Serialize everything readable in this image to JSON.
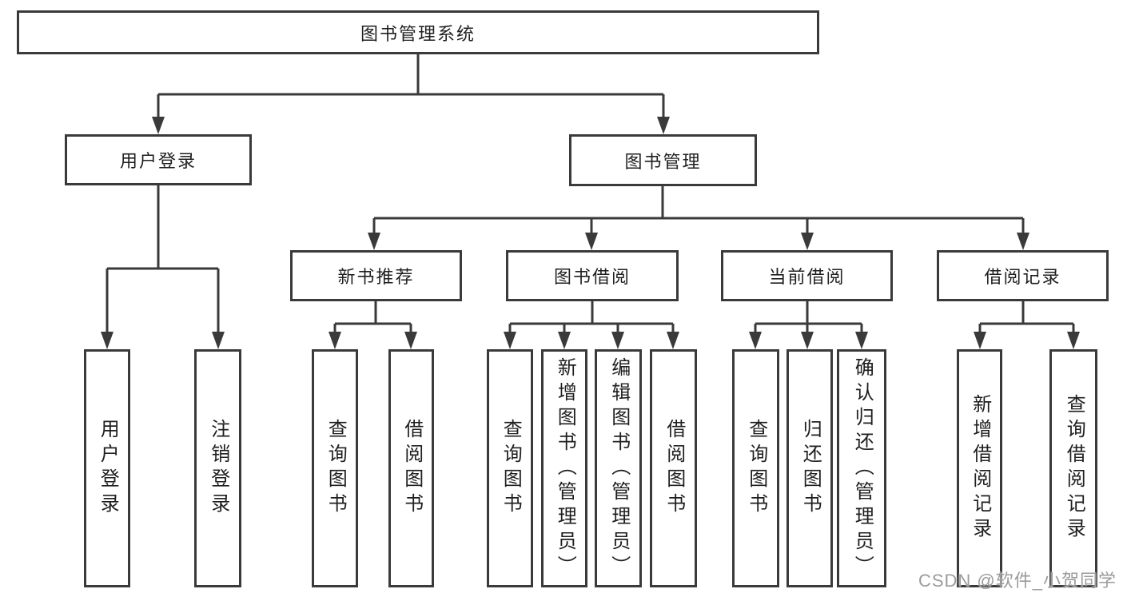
{
  "diagram": {
    "root": {
      "label": "图书管理系统",
      "children": [
        {
          "label": "用户登录",
          "children": [
            {
              "label": "用户登录"
            },
            {
              "label": "注销登录"
            }
          ]
        },
        {
          "label": "图书管理",
          "children": [
            {
              "label": "新书推荐",
              "children": [
                {
                  "label": "查询图书"
                },
                {
                  "label": "借阅图书"
                }
              ]
            },
            {
              "label": "图书借阅",
              "children": [
                {
                  "label": "查询图书"
                },
                {
                  "label": "新增图书（管理员）"
                },
                {
                  "label": "编辑图书（管理员）"
                },
                {
                  "label": "借阅图书"
                }
              ]
            },
            {
              "label": "当前借阅",
              "children": [
                {
                  "label": "查询图书"
                },
                {
                  "label": "归还图书"
                },
                {
                  "label": "确认归还（管理员）"
                }
              ]
            },
            {
              "label": "借阅记录",
              "children": [
                {
                  "label": "新增借阅记录"
                },
                {
                  "label": "查询借阅记录"
                }
              ]
            }
          ]
        }
      ]
    }
  },
  "colors": {
    "line": "#3a3a3a",
    "text": "#1f1f1f",
    "watermark": "#9b9b9b",
    "background": "#ffffff"
  },
  "watermark": {
    "text": "CSDN @软件_小贺同学"
  }
}
